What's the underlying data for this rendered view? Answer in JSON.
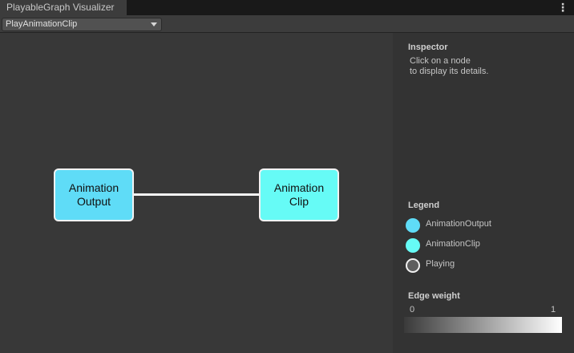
{
  "window": {
    "tab_title": "PlayableGraph Visualizer",
    "menu_icon": "kebab-menu-icon"
  },
  "toolbar": {
    "graph_selector": {
      "selected": "PlayAnimationClip"
    }
  },
  "graph": {
    "nodes": [
      {
        "line1": "Animation",
        "line2": "Output",
        "color": "#5fdcf7"
      },
      {
        "line1": "Animation",
        "line2": "Clip",
        "color": "#66fbf6"
      }
    ],
    "edge_color": "#ffffff"
  },
  "inspector": {
    "title": "Inspector",
    "message_line1": "Click on a node",
    "message_line2": "to display its details."
  },
  "legend": {
    "title": "Legend",
    "items": [
      {
        "label": "AnimationOutput",
        "color": "#5fdcf7"
      },
      {
        "label": "AnimationClip",
        "color": "#66fbf6"
      },
      {
        "label": "Playing",
        "color": "#5e5e5e"
      }
    ]
  },
  "edge_weight": {
    "title": "Edge weight",
    "min": "0",
    "max": "1"
  }
}
